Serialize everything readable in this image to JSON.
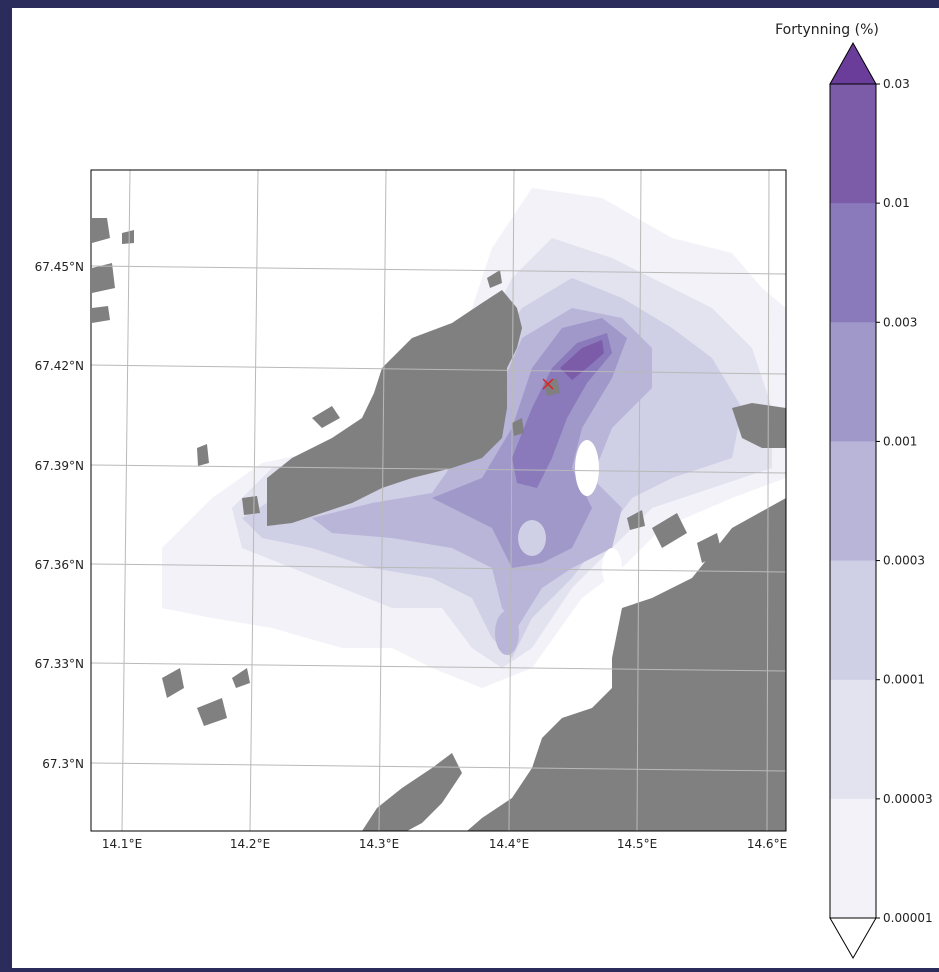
{
  "colorbar": {
    "title": "Fortynning (%)",
    "ticks": [
      "0.03",
      "0.01",
      "0.003",
      "0.001",
      "0.0003",
      "0.0001",
      "0.00003",
      "0.00001"
    ],
    "colors": [
      "#7c5ba8",
      "#8a79bb",
      "#9f98c9",
      "#b8b5d9",
      "#cfcfe6",
      "#e3e2ef",
      "#f3f2f8"
    ],
    "over_color": "#6a3d9a",
    "under_color": "#ffffff"
  },
  "map": {
    "lon_labels": [
      "14.1°E",
      "14.2°E",
      "14.3°E",
      "14.4°E",
      "14.5°E",
      "14.6°E"
    ],
    "lat_labels": [
      "67.45°N",
      "67.42°N",
      "67.39°N",
      "67.36°N",
      "67.33°N",
      "67.3°N"
    ],
    "land_color": "#808080",
    "grid_color": "#b9b9b9",
    "source_marker": "x",
    "source_marker_color": "#e0202c"
  }
}
